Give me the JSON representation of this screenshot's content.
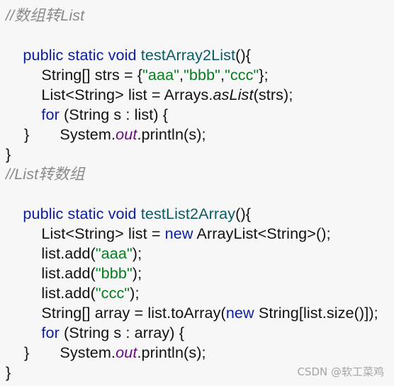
{
  "watermark": "CSDN @软工菜鸡",
  "code": {
    "l1_comment": "//数组转List",
    "l2_a": "public static void ",
    "l2_b": "testArray2List",
    "l2_c": "(){",
    "l3_a": "String[] strs = {",
    "l3_b": "\"aaa\"",
    "l3_c": ",",
    "l3_d": "\"bbb\"",
    "l3_e": ",",
    "l3_f": "\"ccc\"",
    "l3_g": "};",
    "l4_a": "List<String> list = Arrays.",
    "l4_b": "asList",
    "l4_c": "(strs);",
    "l5_a": "for",
    "l5_b": " (String s : list) {",
    "l6_a": "System.",
    "l6_b": "out",
    "l6_c": ".println(s);",
    "l7": "}",
    "l8": "}",
    "l9_comment": "//List转数组",
    "l10_a": "public static void ",
    "l10_b": "testList2Array",
    "l10_c": "(){",
    "l11_a": "List<String> list = ",
    "l11_b": "new",
    "l11_c": " ArrayList<String>();",
    "l12_a": "list.add(",
    "l12_b": "\"aaa\"",
    "l12_c": ");",
    "l13_a": "list.add(",
    "l13_b": "\"bbb\"",
    "l13_c": ");",
    "l14_a": "list.add(",
    "l14_b": "\"ccc\"",
    "l14_c": ");",
    "l15_a": "String[] array = list.toArray(",
    "l15_b": "new",
    "l15_c": " String[list.size()]);",
    "l16_a": "for",
    "l16_b": " (String s : array) {",
    "l17_a": "System.",
    "l17_b": "out",
    "l17_c": ".println(s);",
    "l18": "}",
    "l19": "}"
  },
  "colors": {
    "keyword": "#0b1f9a",
    "method": "#0a5b66",
    "string": "#087b21",
    "comment": "#8a8a8a",
    "field": "#6a0a82"
  }
}
